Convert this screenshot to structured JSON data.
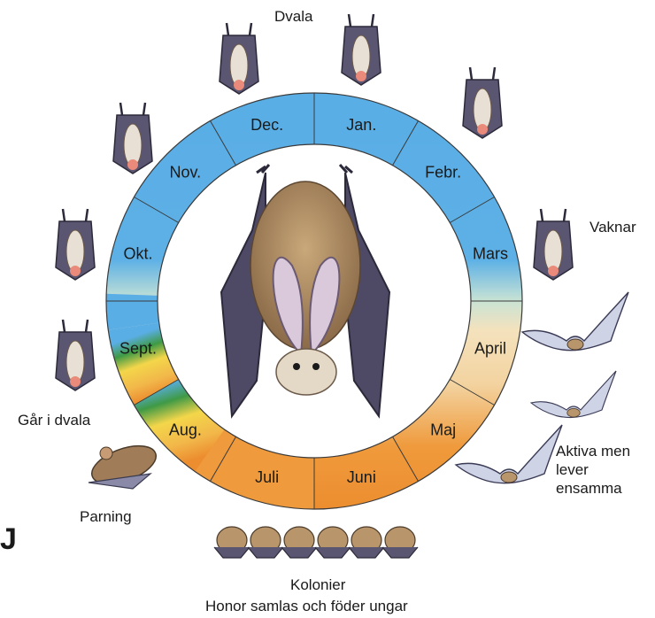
{
  "months": [
    "Jan.",
    "Febr.",
    "Mars",
    "April",
    "Maj",
    "Juni",
    "Juli",
    "Aug.",
    "Sept.",
    "Okt.",
    "Nov.",
    "Dec."
  ],
  "labels": {
    "dvala": "Dvala",
    "vaknar": "Vaknar",
    "aktiva": "Aktiva men lever ensamma",
    "gar_i_dvala": "Går i dvala",
    "parning": "Parning",
    "kolonier": "Kolonier",
    "honor": "Honor samlas och föder ungar"
  },
  "margin_glyph": "J",
  "colors": {
    "winter": "#5aaee6",
    "spring": "#f4e2bd",
    "summer": "#ef9a3c",
    "august": "#f3d64a",
    "september": "#3f9a45",
    "ring_line": "#3a3a3a",
    "bat_body": "#5a5570",
    "bat_fur": "#b8956a",
    "bat_wing": "#cfd3e6"
  }
}
